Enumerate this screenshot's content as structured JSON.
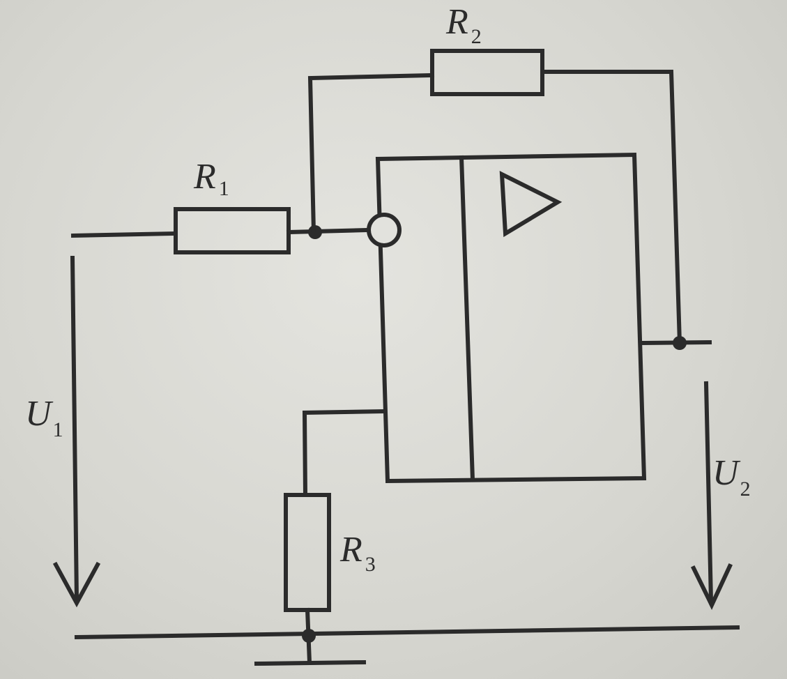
{
  "labels": {
    "r1": {
      "main": "R",
      "sub": "1"
    },
    "r2": {
      "main": "R",
      "sub": "2"
    },
    "r3": {
      "main": "R",
      "sub": "3"
    },
    "u1": {
      "main": "U",
      "sub": "1"
    },
    "u2": {
      "main": "U",
      "sub": "2"
    }
  },
  "icons": {
    "amplifier_symbol": "triangle-icon",
    "inverting_input": "circle-icon"
  },
  "colors": {
    "ink": "#2b2b2b",
    "paper": "#d9d9d4"
  }
}
